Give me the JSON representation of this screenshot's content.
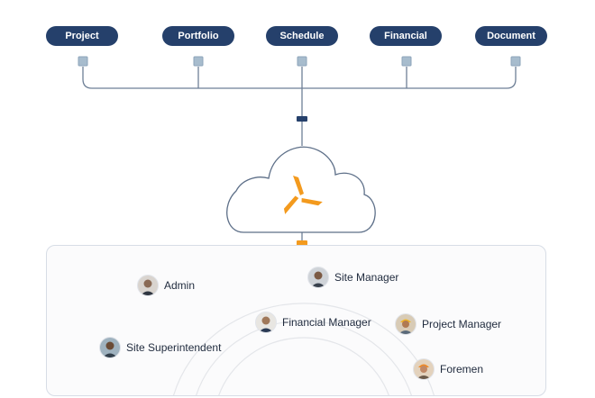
{
  "modules": [
    {
      "label": "Project"
    },
    {
      "label": "Portfolio"
    },
    {
      "label": "Schedule"
    },
    {
      "label": "Financial"
    },
    {
      "label": "Document"
    }
  ],
  "hub": {
    "icon": "tri-blade-logo-icon",
    "accent_color": "#f39a1e"
  },
  "roles": [
    {
      "label": "Admin",
      "avatar_icon": "person-avatar-icon"
    },
    {
      "label": "Site Manager",
      "avatar_icon": "person-avatar-icon"
    },
    {
      "label": "Financial Manager",
      "avatar_icon": "person-avatar-icon"
    },
    {
      "label": "Project Manager",
      "avatar_icon": "person-avatar-icon"
    },
    {
      "label": "Site Superintendent",
      "avatar_icon": "person-avatar-icon"
    },
    {
      "label": "Foremen",
      "avatar_icon": "person-avatar-icon"
    }
  ],
  "colors": {
    "pill_background": "#25406b",
    "connector_line": "#6e7f96",
    "connector_node": "#a7bccd",
    "hub_joint": "#25406b",
    "panel_background": "#fbfbfc",
    "panel_border": "#d7dde6"
  }
}
